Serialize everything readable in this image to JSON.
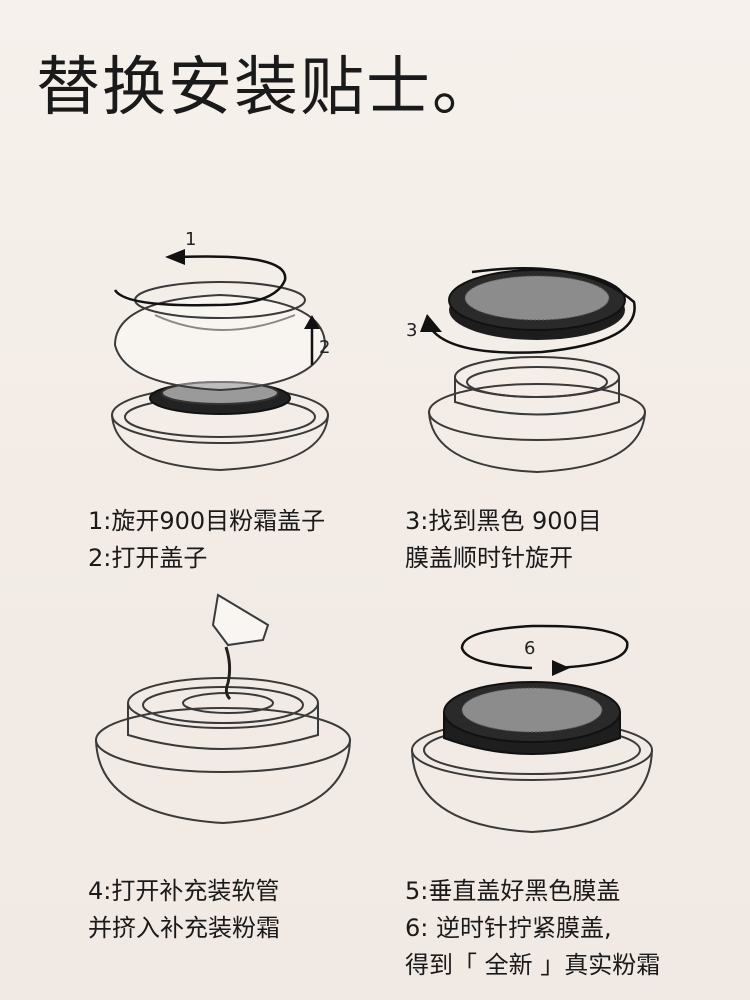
{
  "title": "替换安装贴士。",
  "steps": [
    {
      "illustration": "jar-lid-unscrew",
      "arrow_labels": [
        "1",
        "2"
      ],
      "caption": [
        "1:旋开900目粉霜盖子",
        "2:打开盖子"
      ]
    },
    {
      "illustration": "mesh-cap-rotate",
      "arrow_labels": [
        "3"
      ],
      "caption": [
        "3:找到黑色 900目",
        "膜盖顺时针旋开"
      ]
    },
    {
      "illustration": "refill-squeeze",
      "arrow_labels": [],
      "caption": [
        "4:打开补充装软管",
        "并挤入补充装粉霜"
      ]
    },
    {
      "illustration": "mesh-cap-close",
      "arrow_labels": [
        "6"
      ],
      "caption": [
        "5:垂直盖好黑色膜盖",
        "6:  逆时针拧紧膜盖,",
        "得到「 全新 」真实粉霜"
      ]
    }
  ]
}
